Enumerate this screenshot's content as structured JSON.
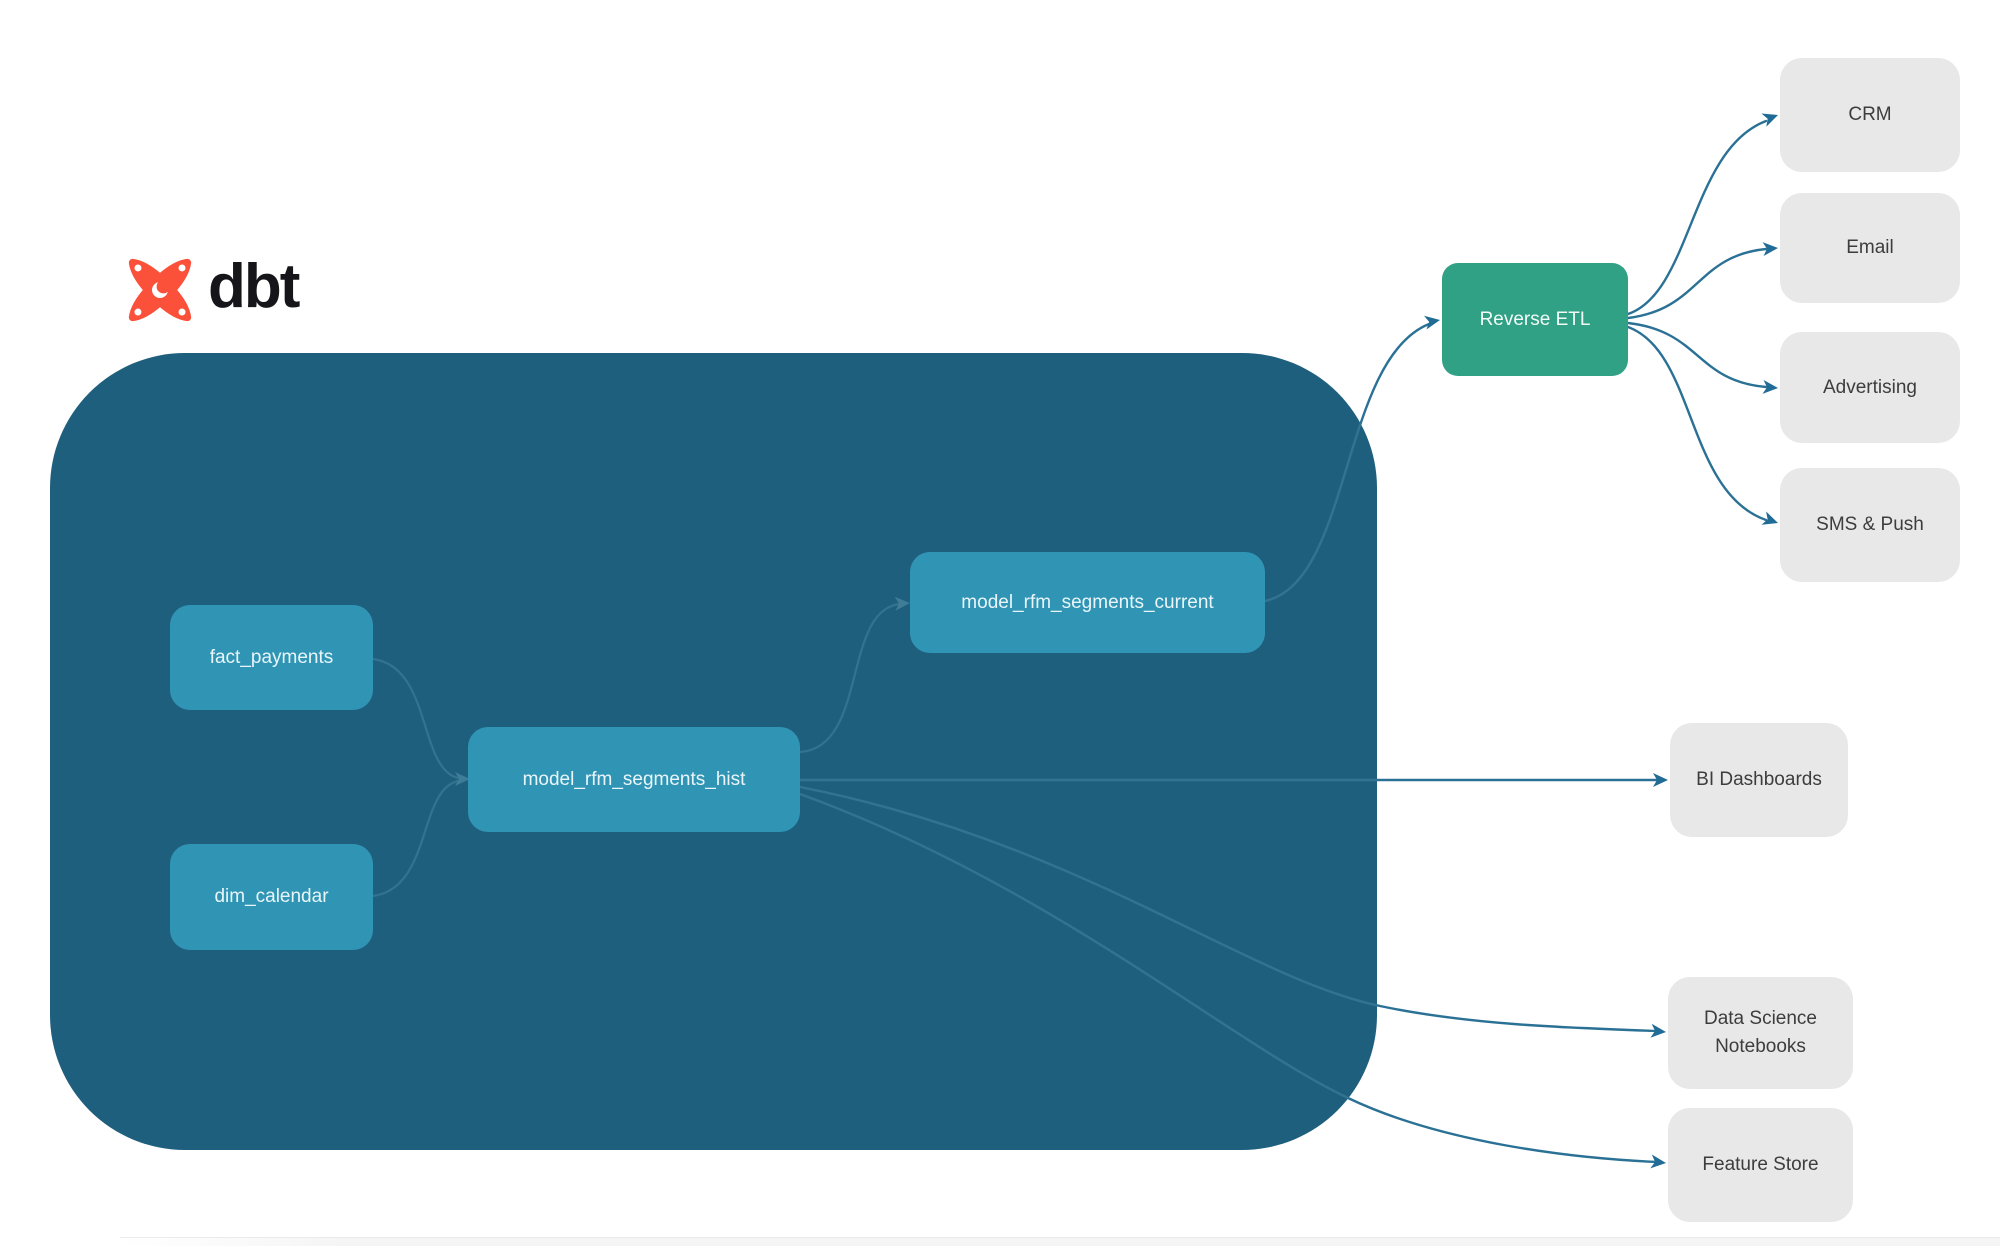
{
  "brand": {
    "name": "dbt"
  },
  "colors": {
    "container": "#1F5F7E",
    "model_node": "#3095B5",
    "reverse_etl_node": "#31A186",
    "destination_node": "#E8E8E8",
    "connector_outside": "#2A7195",
    "connector_inside": "#347390",
    "logo_orange": "#FB5039"
  },
  "nodes": {
    "fact_payments": {
      "label": "fact_payments"
    },
    "dim_calendar": {
      "label": "dim_calendar"
    },
    "model_rfm_segments_hist": {
      "label": "model_rfm_segments_hist"
    },
    "model_rfm_segments_current": {
      "label": "model_rfm_segments_current"
    },
    "reverse_etl": {
      "label": "Reverse ETL"
    },
    "crm": {
      "label": "CRM"
    },
    "email": {
      "label": "Email"
    },
    "advertising": {
      "label": "Advertising"
    },
    "sms_push": {
      "label": "SMS & Push"
    },
    "bi_dashboards": {
      "label": "BI Dashboards"
    },
    "data_science_notebooks": {
      "label": "Data Science Notebooks"
    },
    "feature_store": {
      "label": "Feature Store"
    }
  },
  "edges": [
    {
      "from": "fact_payments",
      "to": "model_rfm_segments_hist"
    },
    {
      "from": "dim_calendar",
      "to": "model_rfm_segments_hist"
    },
    {
      "from": "model_rfm_segments_hist",
      "to": "model_rfm_segments_current"
    },
    {
      "from": "model_rfm_segments_current",
      "to": "reverse_etl"
    },
    {
      "from": "reverse_etl",
      "to": "crm"
    },
    {
      "from": "reverse_etl",
      "to": "email"
    },
    {
      "from": "reverse_etl",
      "to": "advertising"
    },
    {
      "from": "reverse_etl",
      "to": "sms_push"
    },
    {
      "from": "model_rfm_segments_hist",
      "to": "bi_dashboards"
    },
    {
      "from": "model_rfm_segments_hist",
      "to": "data_science_notebooks"
    },
    {
      "from": "model_rfm_segments_hist",
      "to": "feature_store"
    }
  ]
}
